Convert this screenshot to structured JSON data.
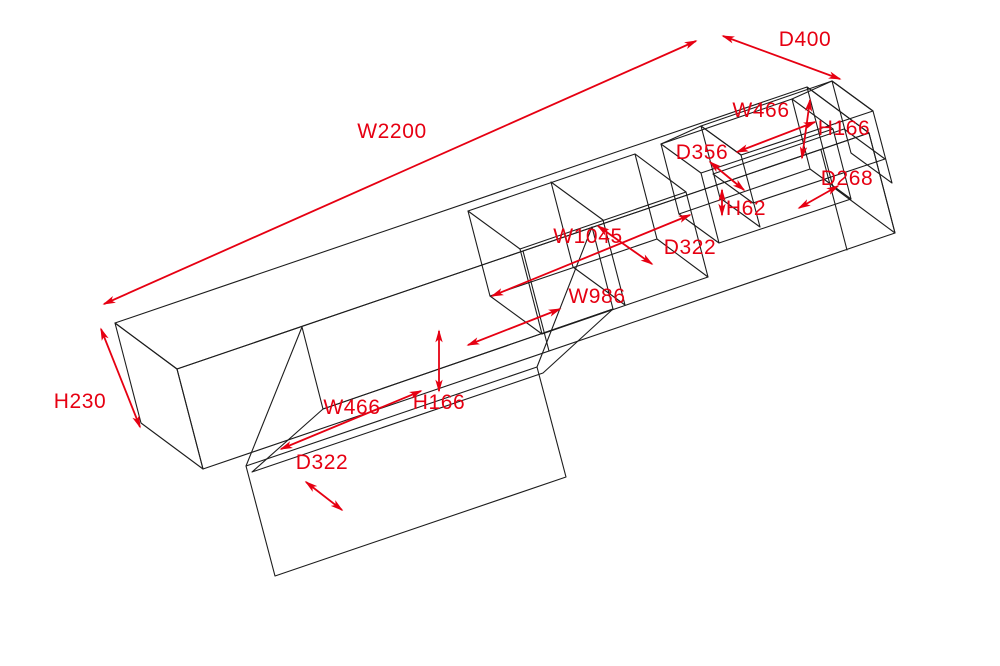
{
  "colors": {
    "line_black": "#1d1d1d",
    "dimension_red": "#e60012"
  },
  "labels": {
    "w2200": "W2200",
    "d400": "D400",
    "h230": "H230",
    "w466_top": "W466",
    "h166_top": "H166",
    "d356": "D356",
    "d268": "D268",
    "h62": "H62",
    "w1045": "W1045",
    "d322_middle": "D322",
    "w986": "W986",
    "h166_drawer": "H166",
    "w466_drawer": "W466",
    "d322_drawer": "D322"
  }
}
